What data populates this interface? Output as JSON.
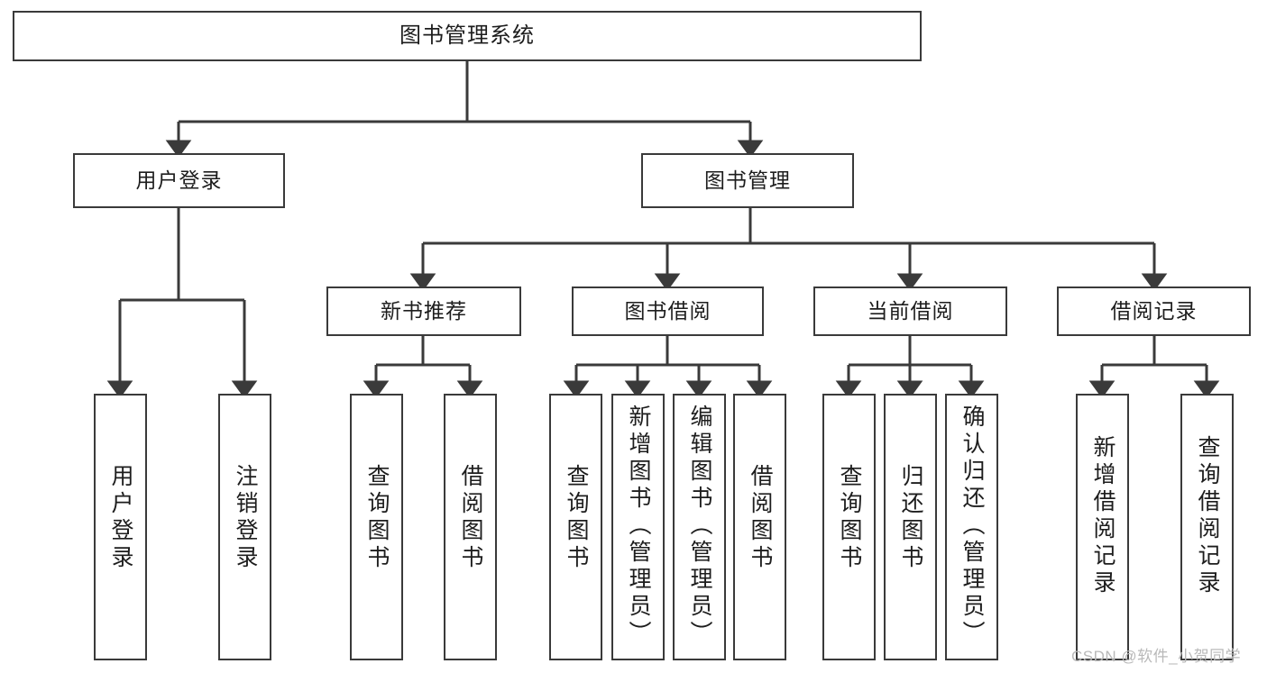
{
  "diagram": {
    "type": "tree",
    "title": "图书管理系统",
    "root": {
      "id": "root",
      "label": "图书管理系统"
    },
    "level1": [
      {
        "id": "user-login",
        "label": "用户登录"
      },
      {
        "id": "book-manage",
        "label": "图书管理"
      }
    ],
    "level2": [
      {
        "id": "new-book-rec",
        "label": "新书推荐",
        "parent": "book-manage"
      },
      {
        "id": "book-borrow",
        "label": "图书借阅",
        "parent": "book-manage"
      },
      {
        "id": "current-borrow",
        "label": "当前借阅",
        "parent": "book-manage"
      },
      {
        "id": "borrow-record",
        "label": "借阅记录",
        "parent": "book-manage"
      }
    ],
    "leaves": [
      {
        "id": "leaf-user-login",
        "label": "用户登录",
        "parent": "user-login"
      },
      {
        "id": "leaf-logout",
        "label": "注销登录",
        "parent": "user-login"
      },
      {
        "id": "leaf-query-book-1",
        "label": "查询图书",
        "parent": "new-book-rec"
      },
      {
        "id": "leaf-borrow-book-1",
        "label": "借阅图书",
        "parent": "new-book-rec"
      },
      {
        "id": "leaf-query-book-2",
        "label": "查询图书",
        "parent": "book-borrow"
      },
      {
        "id": "leaf-add-book",
        "label": "新增图书（管理员）",
        "parent": "book-borrow"
      },
      {
        "id": "leaf-edit-book",
        "label": "编辑图书（管理员）",
        "parent": "book-borrow"
      },
      {
        "id": "leaf-borrow-book-2",
        "label": "借阅图书",
        "parent": "book-borrow"
      },
      {
        "id": "leaf-query-book-3",
        "label": "查询图书",
        "parent": "current-borrow"
      },
      {
        "id": "leaf-return-book",
        "label": "归还图书",
        "parent": "current-borrow"
      },
      {
        "id": "leaf-confirm-return",
        "label": "确认归还（管理员）",
        "parent": "current-borrow"
      },
      {
        "id": "leaf-add-record",
        "label": "新增借阅记录",
        "parent": "borrow-record"
      },
      {
        "id": "leaf-query-record",
        "label": "查询借阅记录",
        "parent": "borrow-record"
      }
    ],
    "colors": {
      "stroke": "#3a3a3a",
      "fill": "#ffffff",
      "text": "#1d1d1d",
      "watermark": "#b9b9b9"
    }
  },
  "watermark": {
    "text": "CSDN @软件_小贺同学"
  }
}
